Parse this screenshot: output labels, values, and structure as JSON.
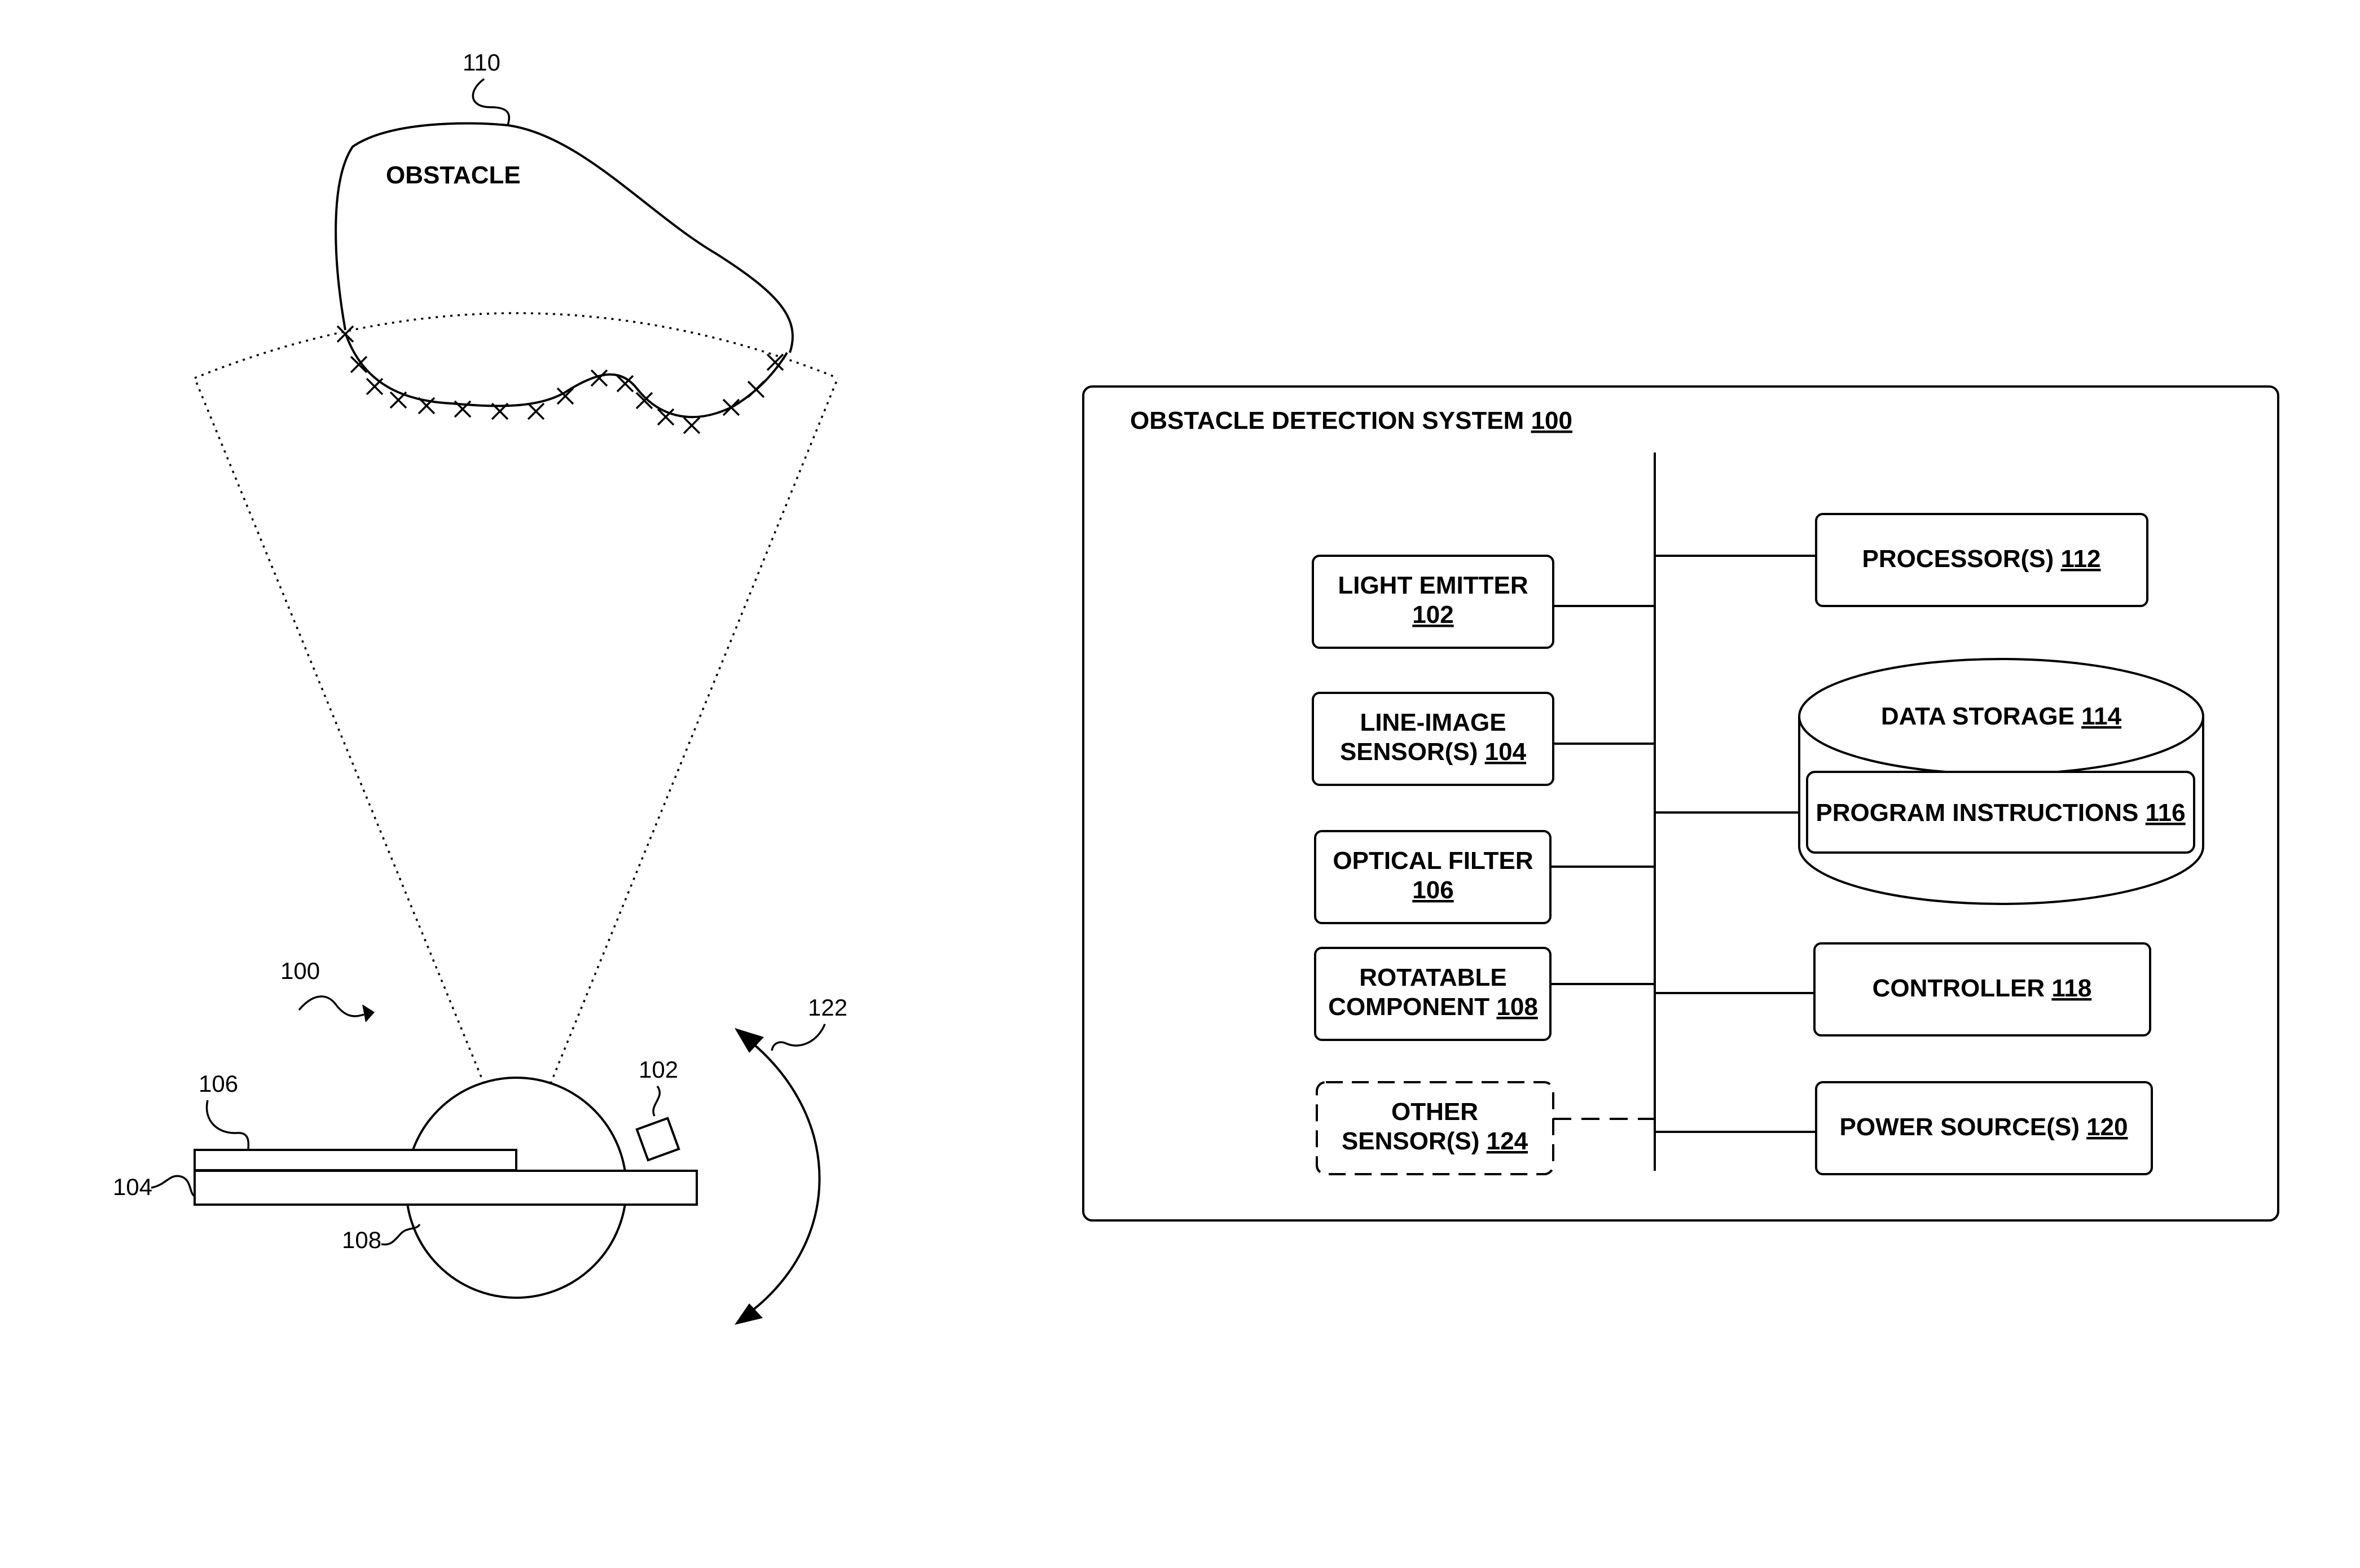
{
  "figure_left": {
    "obstacle_label": "OBSTACLE",
    "refs": {
      "obstacle": "110",
      "device": "100",
      "rotation": "122",
      "filter": "106",
      "emitter": "102",
      "sensor": "104",
      "rotatable": "108"
    }
  },
  "system": {
    "title": "OBSTACLE DETECTION SYSTEM ",
    "title_ref": "100",
    "left_blocks": [
      {
        "line1": "LIGHT EMITTER",
        "line2": "",
        "ref": "102"
      },
      {
        "line1": "LINE-IMAGE",
        "line2": "SENSOR(S) ",
        "ref": "104"
      },
      {
        "line1": "OPTICAL FILTER",
        "line2": "",
        "ref": "106"
      },
      {
        "line1": "ROTATABLE",
        "line2": "COMPONENT ",
        "ref": "108"
      },
      {
        "line1": "OTHER",
        "line2": "SENSOR(S) ",
        "ref": "124"
      }
    ],
    "processor": {
      "label": "PROCESSOR(S) ",
      "ref": "112"
    },
    "data_storage": {
      "label": "DATA STORAGE ",
      "ref": "114"
    },
    "program_instructions": {
      "label": "PROGRAM INSTRUCTIONS ",
      "ref": "116"
    },
    "controller": {
      "label": "CONTROLLER ",
      "ref": "118"
    },
    "power_source": {
      "label": "POWER SOURCE(S) ",
      "ref": "120"
    }
  }
}
